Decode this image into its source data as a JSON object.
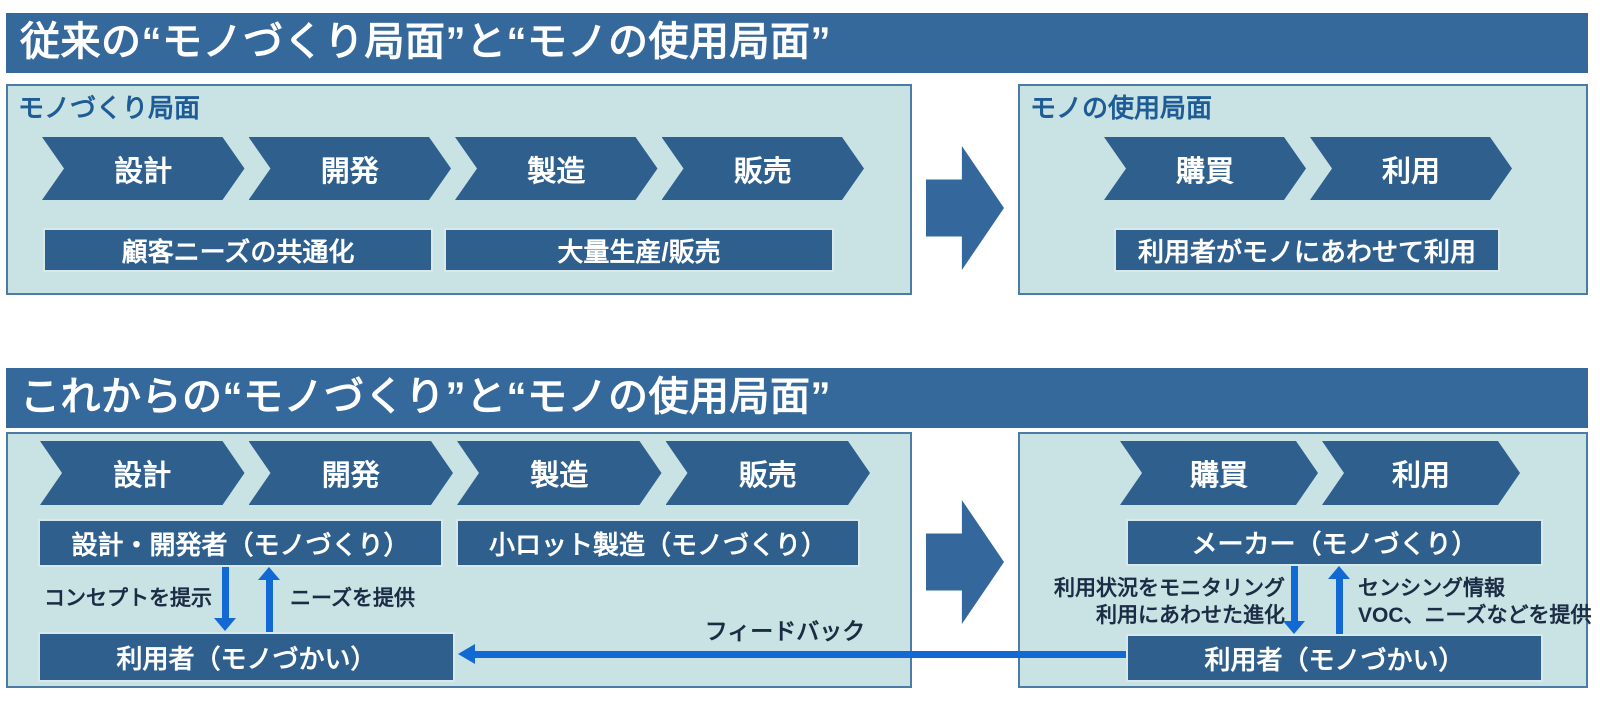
{
  "sections": {
    "traditional": {
      "banner": "従来の“モノづくり局面”と“モノの使用局面”",
      "making_panel": {
        "title": "モノづくり局面",
        "chevrons": [
          "設計",
          "開発",
          "製造",
          "販売"
        ],
        "boxes": [
          "顧客ニーズの共通化",
          "大量生産/販売"
        ]
      },
      "usage_panel": {
        "title": "モノの使用局面",
        "chevrons": [
          "購買",
          "利用"
        ],
        "box": "利用者がモノにあわせて利用"
      }
    },
    "future": {
      "banner": "これからの“モノづくり”と“モノの使用局面”",
      "making_panel": {
        "chevrons": [
          "設計",
          "開発",
          "製造",
          "販売"
        ],
        "designer_box": "設計・開発者（モノづくり）",
        "lot_box": "小ロット製造（モノづくり）",
        "concept_label": "コンセプトを提示",
        "needs_label": "ニーズを提供",
        "user_box": "利用者（モノづかい）"
      },
      "feedback_label": "フィードバック",
      "usage_panel": {
        "chevrons": [
          "購買",
          "利用"
        ],
        "maker_box": "メーカー（モノづくり）",
        "monitoring_label_line1": "利用状況をモニタリング",
        "monitoring_label_line2": "利用にあわせた進化",
        "sensing_label_line1": "センシング情報",
        "sensing_label_line2": "VOC、ニーズなどを提供",
        "user_box": "利用者（モノづかい）"
      }
    }
  },
  "colors": {
    "banner_blue": "#35689B",
    "shape_blue": "#2E5F8D",
    "panel_bg": "#C9E2E3",
    "panel_border": "#4A7CA4",
    "title_text": "#1D5C97",
    "label_text": "#1B2C45",
    "arrow_blue": "#1269D3",
    "block_arrow_blue": "#34689C"
  }
}
